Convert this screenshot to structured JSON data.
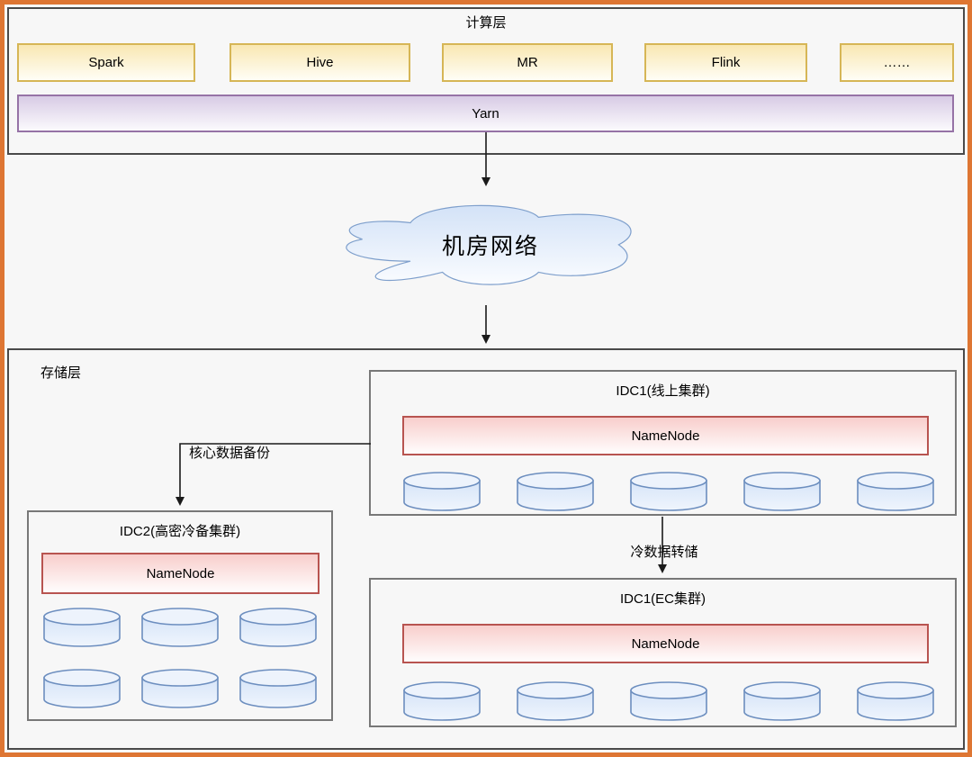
{
  "compute": {
    "title": "计算层",
    "engines": [
      "Spark",
      "Hive",
      "MR",
      "Flink",
      "……"
    ],
    "resource_manager": "Yarn"
  },
  "network": {
    "label": "机房网络"
  },
  "storage": {
    "title": "存储层",
    "clusters": {
      "idc1_online": {
        "title": "IDC1(线上集群)",
        "namenode": "NameNode",
        "datanode_count": 5
      },
      "idc2_cold_backup": {
        "title": "IDC2(高密冷备集群)",
        "namenode": "NameNode",
        "datanode_count": 6
      },
      "idc1_ec": {
        "title": "IDC1(EC集群)",
        "namenode": "NameNode",
        "datanode_count": 5
      }
    },
    "connectors": {
      "core_backup": "核心数据备份",
      "cold_dump": "冷数据转储"
    }
  },
  "colors": {
    "frame_border": "#DE7633",
    "layer_border": "#4A4A4A",
    "cluster_border": "#787878",
    "engine_fill": "#F9E7B2",
    "engine_border": "#D6B656",
    "yarn_fill": "#D8CBE5",
    "yarn_border": "#9673A6",
    "namenode_fill": "#F8CECC",
    "namenode_border": "#B85450",
    "datanode_fill": "#DAE8FC",
    "datanode_border": "#6C8EBF",
    "cloud_border": "#7E9FCC",
    "arrow": "#1A1A1A"
  }
}
